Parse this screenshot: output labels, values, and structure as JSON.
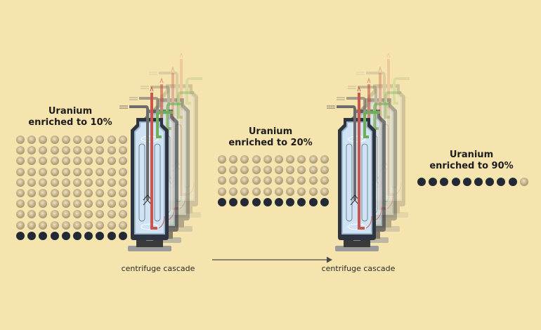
{
  "stages": [
    {
      "title_line1": "Uranium",
      "title_line2": "enriched to 10%",
      "enrichment_percent": 10,
      "rows": 10,
      "cols": 10,
      "enriched_dots": 10,
      "total_dots": 100
    },
    {
      "title_line1": "Uranium",
      "title_line2": "enriched to 20%",
      "enrichment_percent": 20,
      "rows": 5,
      "cols": 10,
      "enriched_dots": 10,
      "total_dots": 50
    },
    {
      "title_line1": "Uranium",
      "title_line2": "enriched to 90%",
      "enrichment_percent": 90,
      "rows": 1,
      "cols": 10,
      "enriched_dots": 9,
      "total_dots": 10
    }
  ],
  "centrifuges": [
    {
      "caption": "centrifuge cascade"
    },
    {
      "caption": "centrifuge cascade"
    }
  ],
  "colors": {
    "background": "#f6e4ae",
    "enriched_dot": "#222a35",
    "natural_dot": "#b9a67f",
    "pipe_red": "#c9554e",
    "pipe_green": "#6fae56",
    "pipe_gray": "#6b6b6b",
    "chamber": "#cfe3f4"
  }
}
